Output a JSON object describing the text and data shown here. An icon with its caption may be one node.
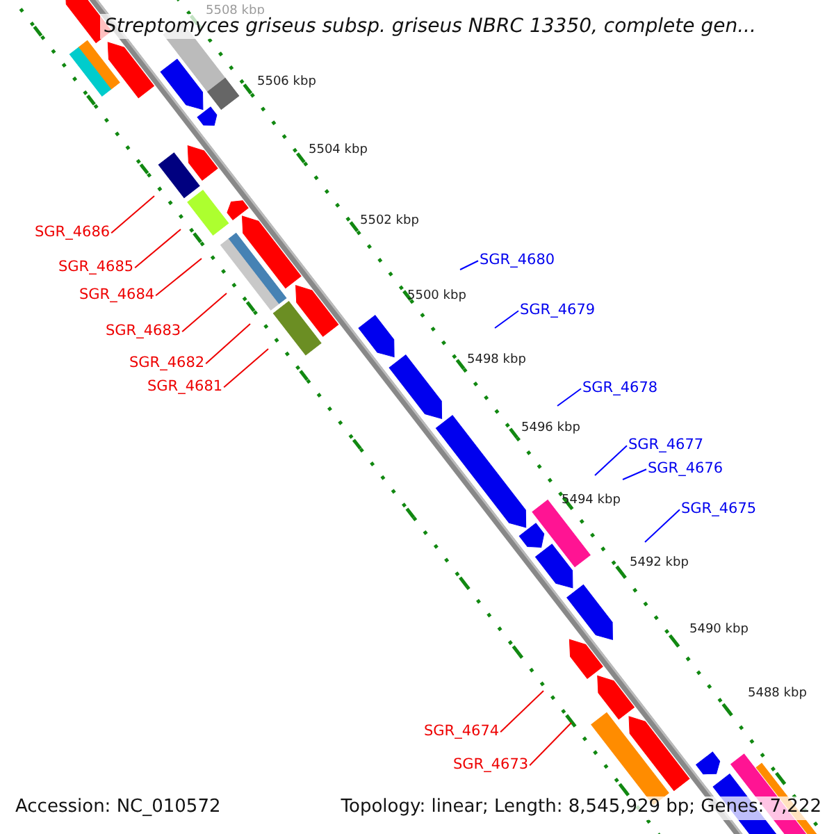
{
  "diagram": {
    "title": "Streptomyces griseus subsp. griseus NBRC 13350, complete gen...",
    "nodes": [
      {
        "text": [
          "SGR_4686"
        ]
      },
      {
        "text": [
          "SGR_4685"
        ]
      },
      {
        "text": [
          "SGR_4684"
        ]
      },
      {
        "text": [
          "SGR_4683"
        ]
      },
      {
        "text": [
          "SGR_4682"
        ]
      },
      {
        "text": [
          "SGR_4681"
        ]
      },
      {
        "text": [
          "SGR_4680"
        ]
      },
      {
        "text": [
          "SGR_4679"
        ]
      },
      {
        "text": [
          "SGR_4678"
        ]
      },
      {
        "text": [
          "SGR_4677"
        ]
      },
      {
        "text": [
          "SGR_4676"
        ]
      },
      {
        "text": [
          "SGR_4675"
        ]
      },
      {
        "text": [
          "SGR_4674"
        ]
      },
      {
        "text": [
          "SGR_4673"
        ]
      }
    ],
    "edges": [
      {
        "from": 0,
        "to": null,
        "arrow": "none"
      },
      {
        "from": 1,
        "to": null,
        "arrow": "none"
      },
      {
        "from": 2,
        "to": null,
        "arrow": "none"
      },
      {
        "from": 3,
        "to": null,
        "arrow": "none"
      },
      {
        "from": 4,
        "to": null,
        "arrow": "none"
      },
      {
        "from": 5,
        "to": null,
        "arrow": "none"
      },
      {
        "from": 6,
        "to": null,
        "arrow": "none",
        "color": "#0000ff"
      },
      {
        "from": 7,
        "to": null,
        "arrow": "none",
        "color": "#0000ff"
      },
      {
        "from": 8,
        "to": null,
        "arrow": "none",
        "color": "#0000ff"
      },
      {
        "from": 9,
        "to": null,
        "arrow": "none",
        "color": "#0000ff"
      },
      {
        "from": 10,
        "to": null,
        "arrow": "none",
        "color": "#0000ff"
      },
      {
        "from": 11,
        "to": null,
        "arrow": "none",
        "color": "#0000ff"
      },
      {
        "from": 12,
        "to": null,
        "arrow": "none"
      },
      {
        "from": 13,
        "to": null,
        "arrow": "none"
      }
    ],
    "labels": [
      "5508 kbp",
      "5506 kbp",
      "5504 kbp",
      "5502 kbp",
      "5500 kbp",
      "5498 kbp",
      "5496 kbp",
      "5494 kbp",
      "5492 kbp",
      "5490 kbp",
      "5488 kbp",
      "Accession: NC_010572",
      "Topology: linear; Length: 8,545,929 bp; Genes: 7,222"
    ]
  }
}
